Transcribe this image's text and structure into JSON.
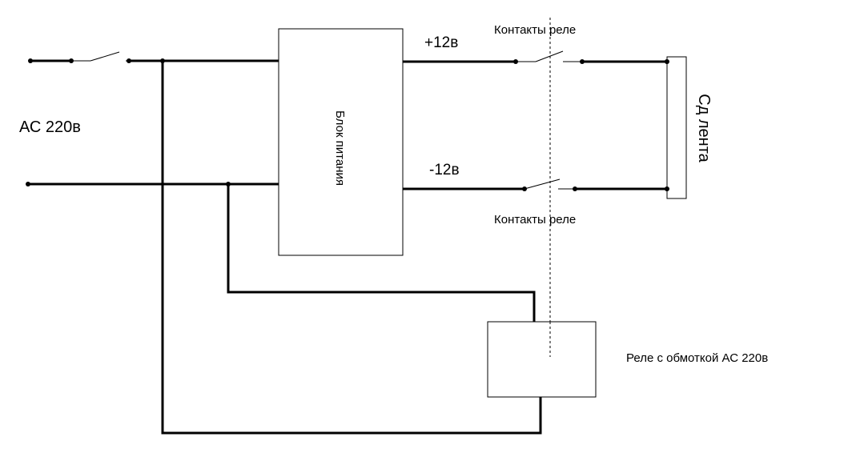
{
  "labels": {
    "ac_input": "АС 220в",
    "power_supply": "Блок питания",
    "plus_voltage": "+12в",
    "minus_voltage": "-12в",
    "relay_contacts_top": "Контакты реле",
    "relay_contacts_bottom": "Контакты реле",
    "led_strip": "Сд лента",
    "relay": "Реле с обмоткой АС 220в"
  }
}
